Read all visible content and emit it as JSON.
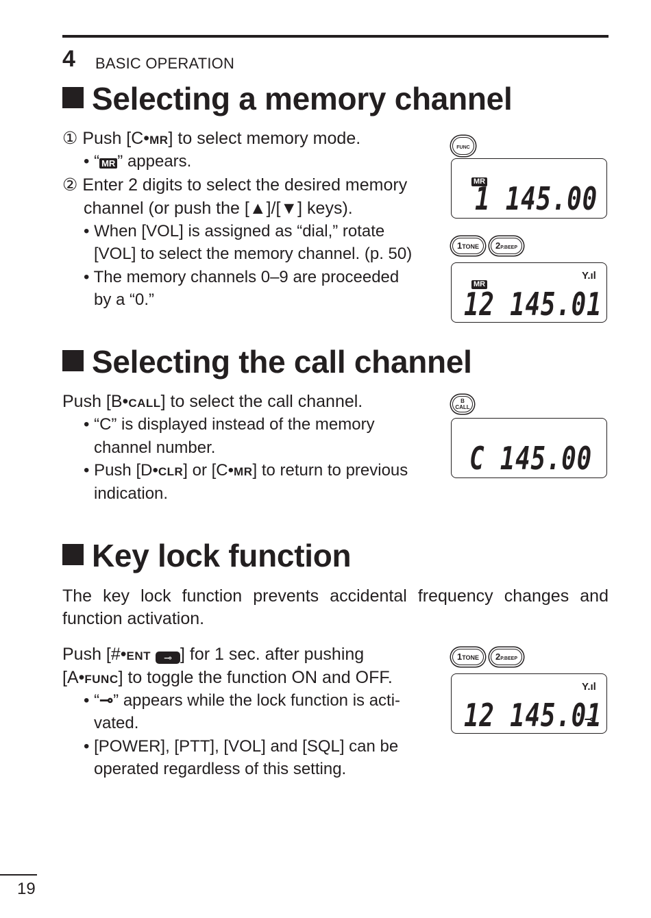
{
  "header": {
    "chapter_number": "4",
    "chapter_title": "BASIC OPERATION"
  },
  "sections": {
    "memory": {
      "heading": "Selecting a memory channel",
      "step1": {
        "marker": "①",
        "text_a": "Push [C•",
        "key": "MR",
        "text_b": "] to select memory mode."
      },
      "step1_bullet": {
        "a": "• “",
        "icon": "MR",
        "b": "” appears."
      },
      "step2": {
        "marker": "②",
        "line1": "Enter 2 digits to select the desired memory",
        "line2": "channel (or push the [▲]/[▼] keys)."
      },
      "bullets": [
        {
          "line1": "• When [VOL] is assigned as “dial,” rotate",
          "line2": "[VOL] to select the memory channel. (p. 50)"
        },
        {
          "line1": "• The memory channels 0–9 are proceeded",
          "line2": "by a “0.”"
        }
      ],
      "key_func": "FUNC",
      "lcd1": {
        "badge": "MR",
        "digits": "1 145.00"
      },
      "keys": [
        {
          "num": "1",
          "label": "TONE"
        },
        {
          "num": "2",
          "label": "P.BEEP"
        }
      ],
      "lcd2": {
        "badge": "MR",
        "digits": "12 145.01"
      }
    },
    "call": {
      "heading": "Selecting the call channel",
      "line1": {
        "a": "Push [B•",
        "key": "CALL",
        "b": "] to select the call channel."
      },
      "bullet1": {
        "line1": "• “C” is displayed instead of the memory",
        "line2": "channel number."
      },
      "bullet2": {
        "a": "• Push [D•",
        "key1": "CLR",
        "b": "] or [C•",
        "key2": "MR",
        "c": "] to return to previous",
        "line2": "indication."
      },
      "key_call": {
        "top": "B",
        "bottom": "CALL"
      },
      "lcd": {
        "digits": "C 145.00"
      }
    },
    "keylock": {
      "heading": "Key lock function",
      "intro1": "The key lock function prevents accidental frequency changes and",
      "intro2": "function activation.",
      "push": {
        "a": "Push [#•",
        "key": "ENT",
        "b": "] for 1 sec. after pushing"
      },
      "push2": {
        "a": "[A•",
        "key": "FUNC",
        "b": "] to toggle the function ON and OFF."
      },
      "bullet1": {
        "a": "• “",
        "b": "” appears while the lock function is acti-",
        "line2": "vated."
      },
      "bullet2": {
        "line1": "• [POWER], [PTT], [VOL] and [SQL] can be",
        "line2": "operated regardless of this setting."
      },
      "keys": [
        {
          "num": "1",
          "label": "TONE"
        },
        {
          "num": "2",
          "label": "P.BEEP"
        }
      ],
      "lcd": {
        "digits": "12 145.01"
      }
    }
  },
  "footer": {
    "page_number": "19"
  }
}
